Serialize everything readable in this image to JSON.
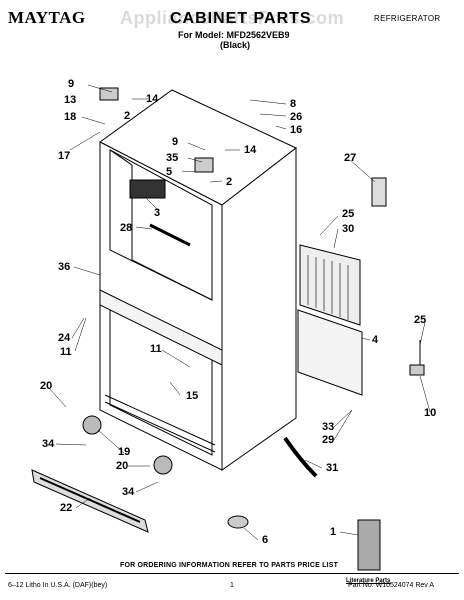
{
  "header": {
    "brand": "MAYTAG",
    "title": "CABINET PARTS",
    "model_line": "For Model: MFD2562VEB9",
    "color_line": "(Black)",
    "category": "REFRIGERATOR",
    "watermark": "AppliancePartsPros.com"
  },
  "callouts": [
    "9",
    "13",
    "14",
    "18",
    "2",
    "17",
    "8",
    "26",
    "16",
    "9",
    "14",
    "35",
    "5",
    "2",
    "3",
    "28",
    "27",
    "25",
    "30",
    "36",
    "24",
    "11",
    "4",
    "25",
    "11",
    "15",
    "20",
    "10",
    "33",
    "29",
    "34",
    "19",
    "20",
    "31",
    "34",
    "22",
    "1",
    "6"
  ],
  "literature_caption": "Literature Parts",
  "footer": {
    "ordering_note": "FOR ORDERING INFORMATION REFER TO PARTS PRICE LIST",
    "litho": "6–12 Litho In U.S.A. (DAF)(bey)",
    "page": "1",
    "part_rev": "Part No. W10524074 Rev A"
  }
}
